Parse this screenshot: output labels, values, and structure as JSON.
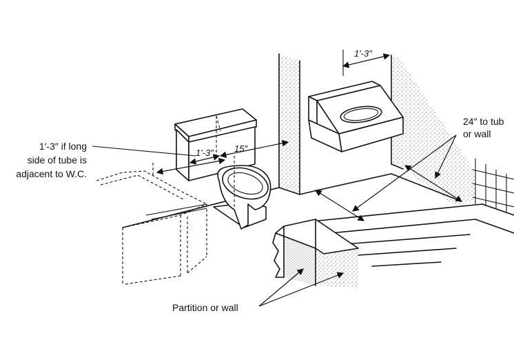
{
  "labels": {
    "tub_dimension_line1": "1′-3″ if long",
    "tub_dimension_line2": "side of tube is",
    "tub_dimension_line3": "adjacent to W.C.",
    "tub_or_wall_line1": "24″ to tub",
    "tub_or_wall_line2": "or wall",
    "partition_or_wall": "Partition or wall"
  },
  "dimensions": {
    "lavatory_width": "1′-3″",
    "toilet_center": "1′-3″",
    "toilet_to_wall": "15″"
  }
}
